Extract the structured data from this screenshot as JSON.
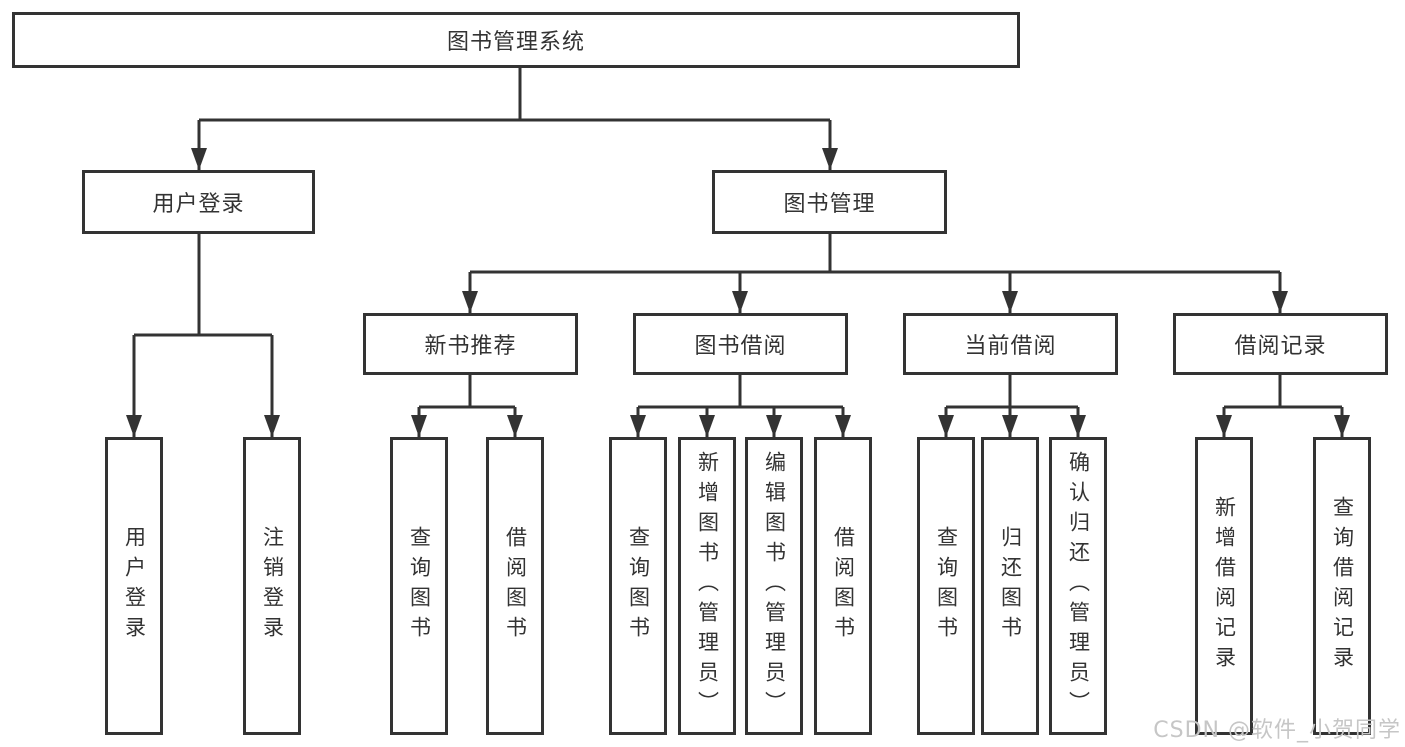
{
  "diagram": {
    "title": "图书管理系统",
    "branches": {
      "user_login": {
        "label": "用户登录",
        "children": {
          "login": "用户登录",
          "logout": "注销登录"
        }
      },
      "book_management": {
        "label": "图书管理",
        "children": {
          "new_book": {
            "label": "新书推荐",
            "children": {
              "query": "查询图书",
              "borrow": "借阅图书"
            }
          },
          "borrowing": {
            "label": "图书借阅",
            "children": {
              "query": "查询图书",
              "add": "新增图书（管理员）",
              "edit": "编辑图书（管理员）",
              "borrow": "借阅图书"
            }
          },
          "current": {
            "label": "当前借阅",
            "children": {
              "query": "查询图书",
              "return": "归还图书",
              "confirm": "确认归还（管理员）"
            }
          },
          "records": {
            "label": "借阅记录",
            "children": {
              "add": "新增借阅记录",
              "query": "查询借阅记录"
            }
          }
        }
      }
    }
  },
  "watermark": {
    "text": "CSDN @软件_小贺同学"
  },
  "colors": {
    "line": "#333333",
    "box_border": "#333333",
    "box_fill": "#ffffff",
    "text": "#333333",
    "watermark": "#c6c6c6",
    "background": "#ffffff"
  }
}
